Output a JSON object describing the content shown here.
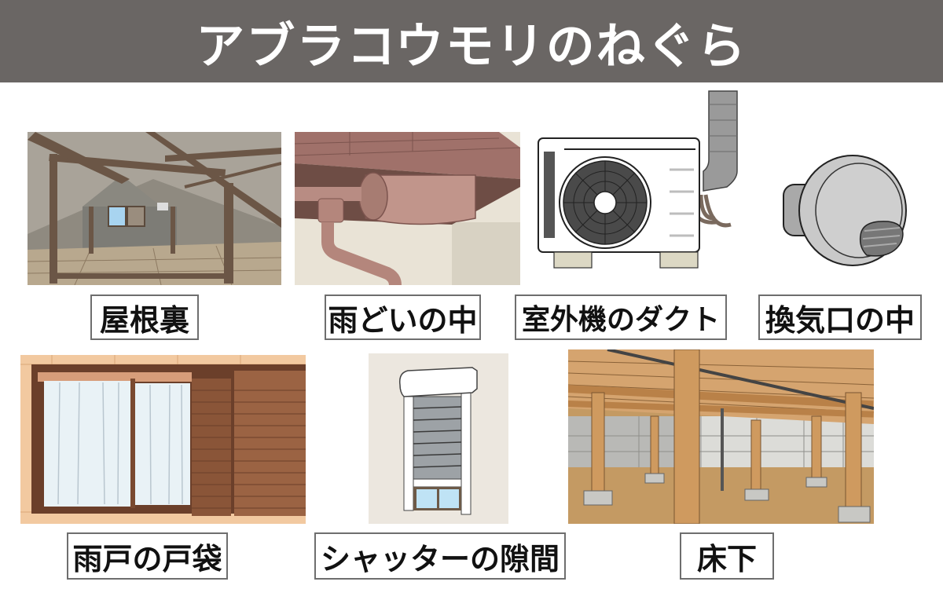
{
  "header": {
    "title": "アブラコウモリのねぐら",
    "background": "#6a6664",
    "text_color": "#ffffff"
  },
  "items": [
    {
      "id": "attic",
      "label": "屋根裏",
      "image": "attic-illustration"
    },
    {
      "id": "gutter",
      "label": "雨どいの中",
      "image": "rain-gutter-illustration"
    },
    {
      "id": "ac-duct",
      "label": "室外機のダクト",
      "image": "air-conditioner-outdoor-unit-illustration"
    },
    {
      "id": "vent",
      "label": "換気口の中",
      "image": "vent-hood-illustration"
    },
    {
      "id": "storm-door-box",
      "label": "雨戸の戸袋",
      "image": "storm-door-shutter-box-illustration"
    },
    {
      "id": "shutter-gap",
      "label": "シャッターの隙間",
      "image": "roller-shutter-illustration"
    },
    {
      "id": "underfloor",
      "label": "床下",
      "image": "underfloor-crawlspace-illustration"
    }
  ],
  "colors": {
    "label_border": "#6e6e6e",
    "label_text": "#111111"
  }
}
